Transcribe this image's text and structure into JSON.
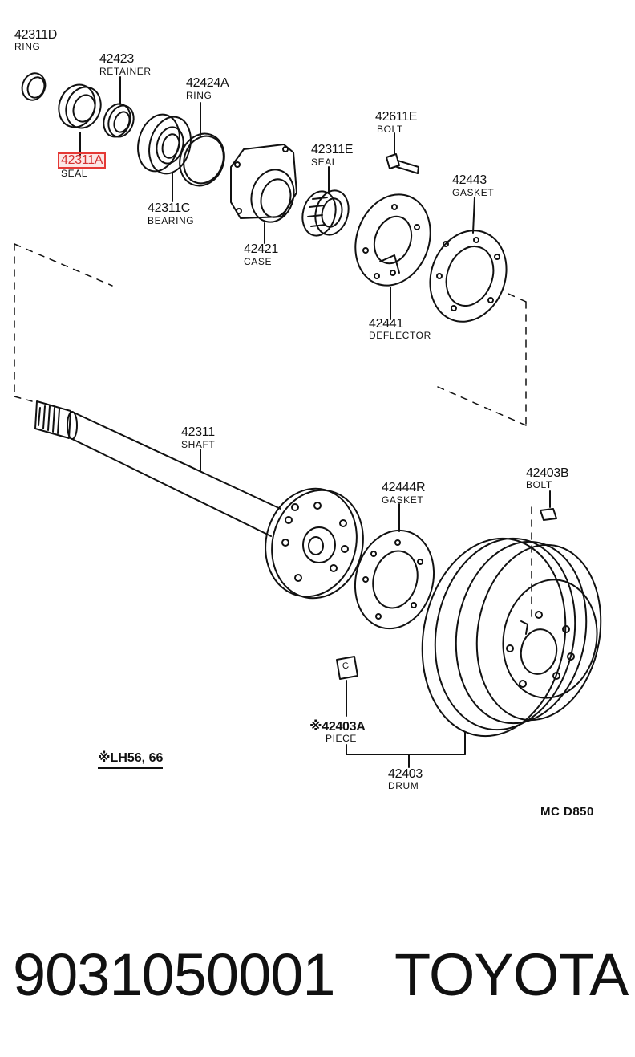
{
  "parts": [
    {
      "id": "ring_d",
      "number": "42311D",
      "name": "RING"
    },
    {
      "id": "seal_a",
      "number": "42311A",
      "name": "SEAL",
      "highlighted": true
    },
    {
      "id": "retainer",
      "number": "42423",
      "name": "RETAINER"
    },
    {
      "id": "ring_a",
      "number": "42424A",
      "name": "RING"
    },
    {
      "id": "bearing",
      "number": "42311C",
      "name": "BEARING"
    },
    {
      "id": "case",
      "number": "42421",
      "name": "CASE"
    },
    {
      "id": "seal_e",
      "number": "42311E",
      "name": "SEAL"
    },
    {
      "id": "bolt_e",
      "number": "42611E",
      "name": "BOLT"
    },
    {
      "id": "gasket_43",
      "number": "42443",
      "name": "GASKET"
    },
    {
      "id": "deflector",
      "number": "42441",
      "name": "DEFLECTOR"
    },
    {
      "id": "shaft",
      "number": "42311",
      "name": "SHAFT"
    },
    {
      "id": "gasket_r",
      "number": "42444R",
      "name": "GASKET"
    },
    {
      "id": "bolt_b",
      "number": "42403B",
      "name": "BOLT"
    },
    {
      "id": "piece",
      "number": "※42403A",
      "name": "PIECE"
    },
    {
      "id": "drum",
      "number": "42403",
      "name": "DRUM"
    }
  ],
  "note": "※LH56, 66",
  "diagram_code": "MC  D850",
  "footer": {
    "part_number": "9031050001",
    "brand": "TOYOTA"
  },
  "piece_mark": "C",
  "colors": {
    "line": "#111111",
    "highlight": "#e53935"
  }
}
